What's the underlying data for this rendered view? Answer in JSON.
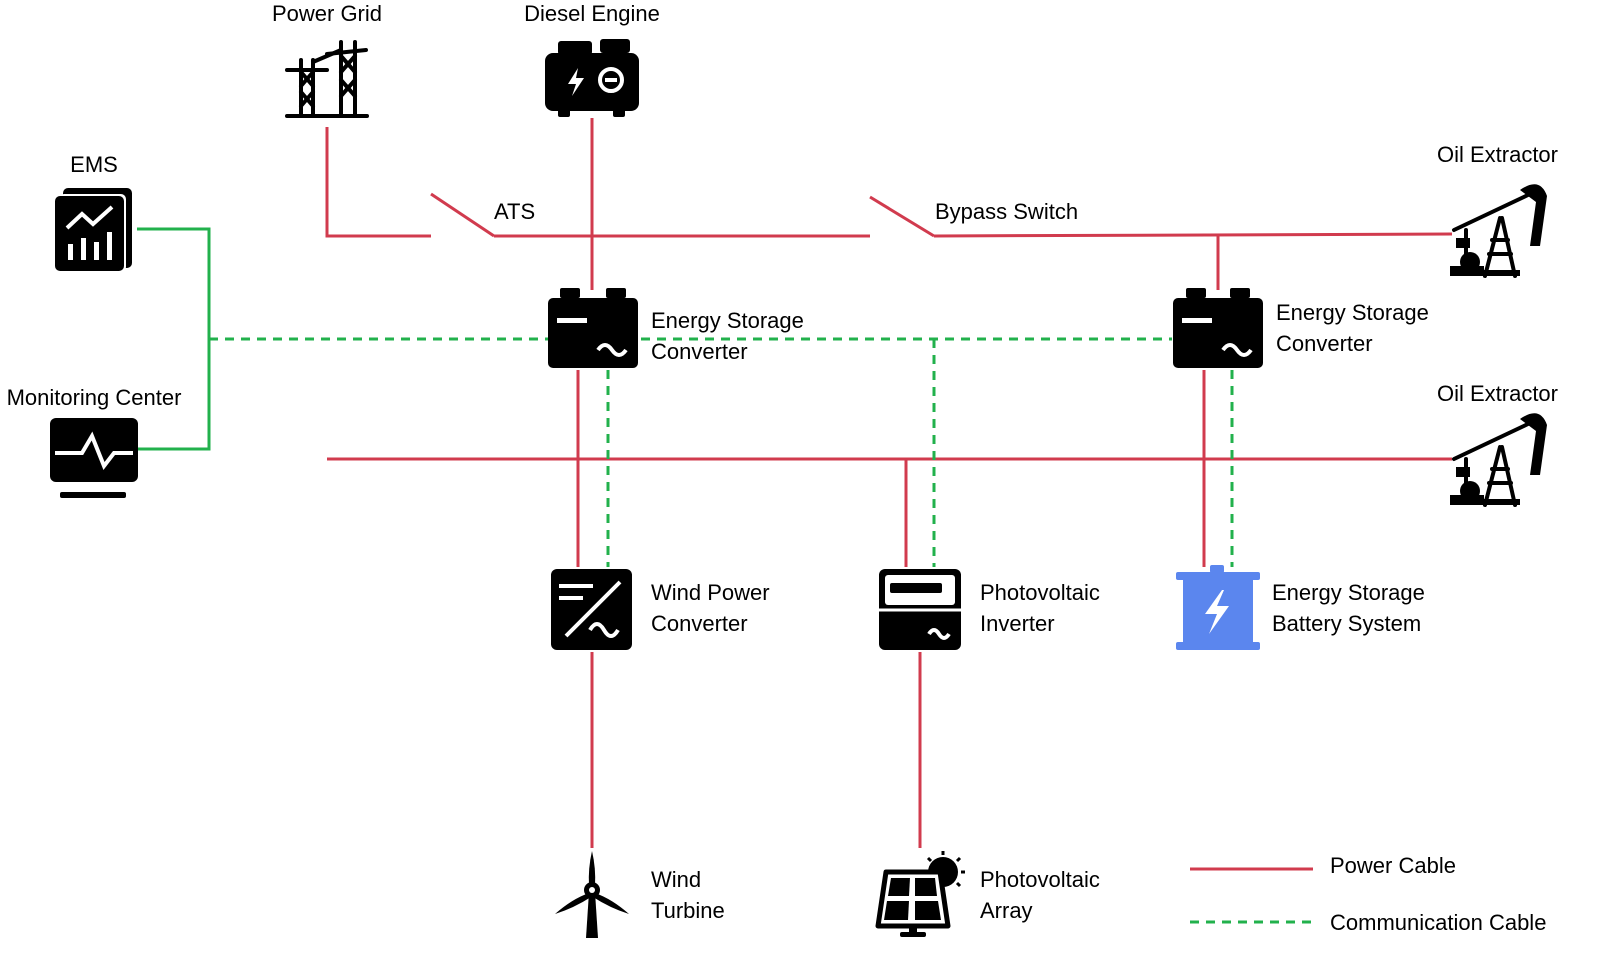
{
  "colors": {
    "power_cable": "#d13b4e",
    "communication_cable": "#22b14c",
    "battery_accent": "#5b86ee",
    "icon": "#000000"
  },
  "nodes": {
    "power_grid": {
      "label": "Power Grid",
      "icon": "transmission-tower-icon"
    },
    "diesel_engine": {
      "label": "Diesel Engine",
      "icon": "generator-icon"
    },
    "ems": {
      "label": "EMS",
      "icon": "dashboard-chart-icon"
    },
    "monitoring_center": {
      "label": "Monitoring Center",
      "icon": "monitor-pulse-icon"
    },
    "ats": {
      "label": "ATS"
    },
    "bypass_switch": {
      "label": "Bypass Switch"
    },
    "oil_extractor_top": {
      "label": "Oil Extractor",
      "icon": "pumpjack-icon"
    },
    "oil_extractor_bottom": {
      "label": "Oil Extractor",
      "icon": "pumpjack-icon"
    },
    "esc_left": {
      "line1": "Energy Storage",
      "line2": "Converter",
      "icon": "converter-icon"
    },
    "esc_right": {
      "line1": "Energy Storage",
      "line2": "Converter",
      "icon": "converter-icon"
    },
    "wind_power_converter": {
      "line1": "Wind Power",
      "line2": "Converter",
      "icon": "dc-ac-converter-icon"
    },
    "pv_inverter": {
      "line1": "Photovoltaic",
      "line2": "Inverter",
      "icon": "inverter-icon"
    },
    "battery_system": {
      "line1": "Energy Storage",
      "line2": "Battery System",
      "icon": "battery-icon"
    },
    "wind_turbine": {
      "line1": "Wind",
      "line2": "Turbine",
      "icon": "wind-turbine-icon"
    },
    "pv_array": {
      "line1": "Photovoltaic",
      "line2": "Array",
      "icon": "solar-panel-icon"
    }
  },
  "legend": {
    "power": "Power Cable",
    "communication": "Communication Cable"
  }
}
